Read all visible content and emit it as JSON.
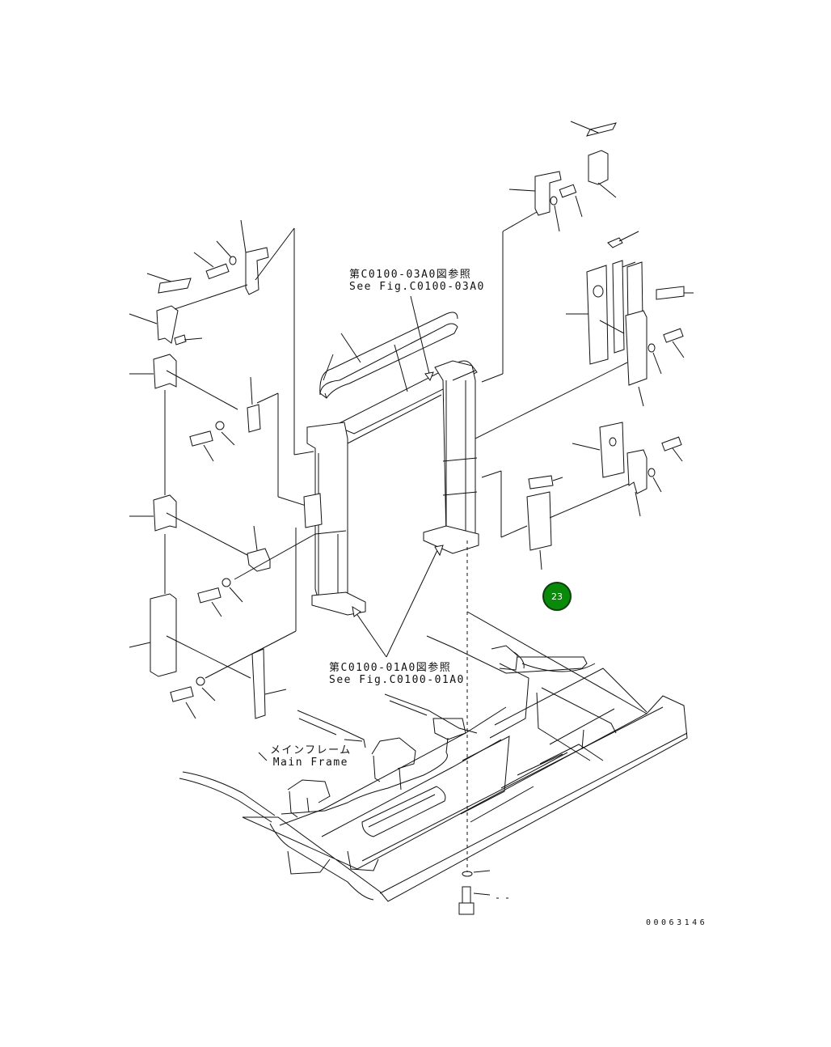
{
  "diagram": {
    "reference_top": {
      "line1": "第C0100-03A0図参照",
      "line2": "See Fig.C0100-03A0"
    },
    "reference_bottom": {
      "line1": "第C0100-01A0図参照",
      "line2": "See Fig.C0100-01A0"
    },
    "main_frame": {
      "line1": "メインフレーム",
      "line2": "Main Frame"
    },
    "hotspot_label": "23",
    "hotspot_color": "#0a8a0a",
    "document_number": "00063146"
  }
}
